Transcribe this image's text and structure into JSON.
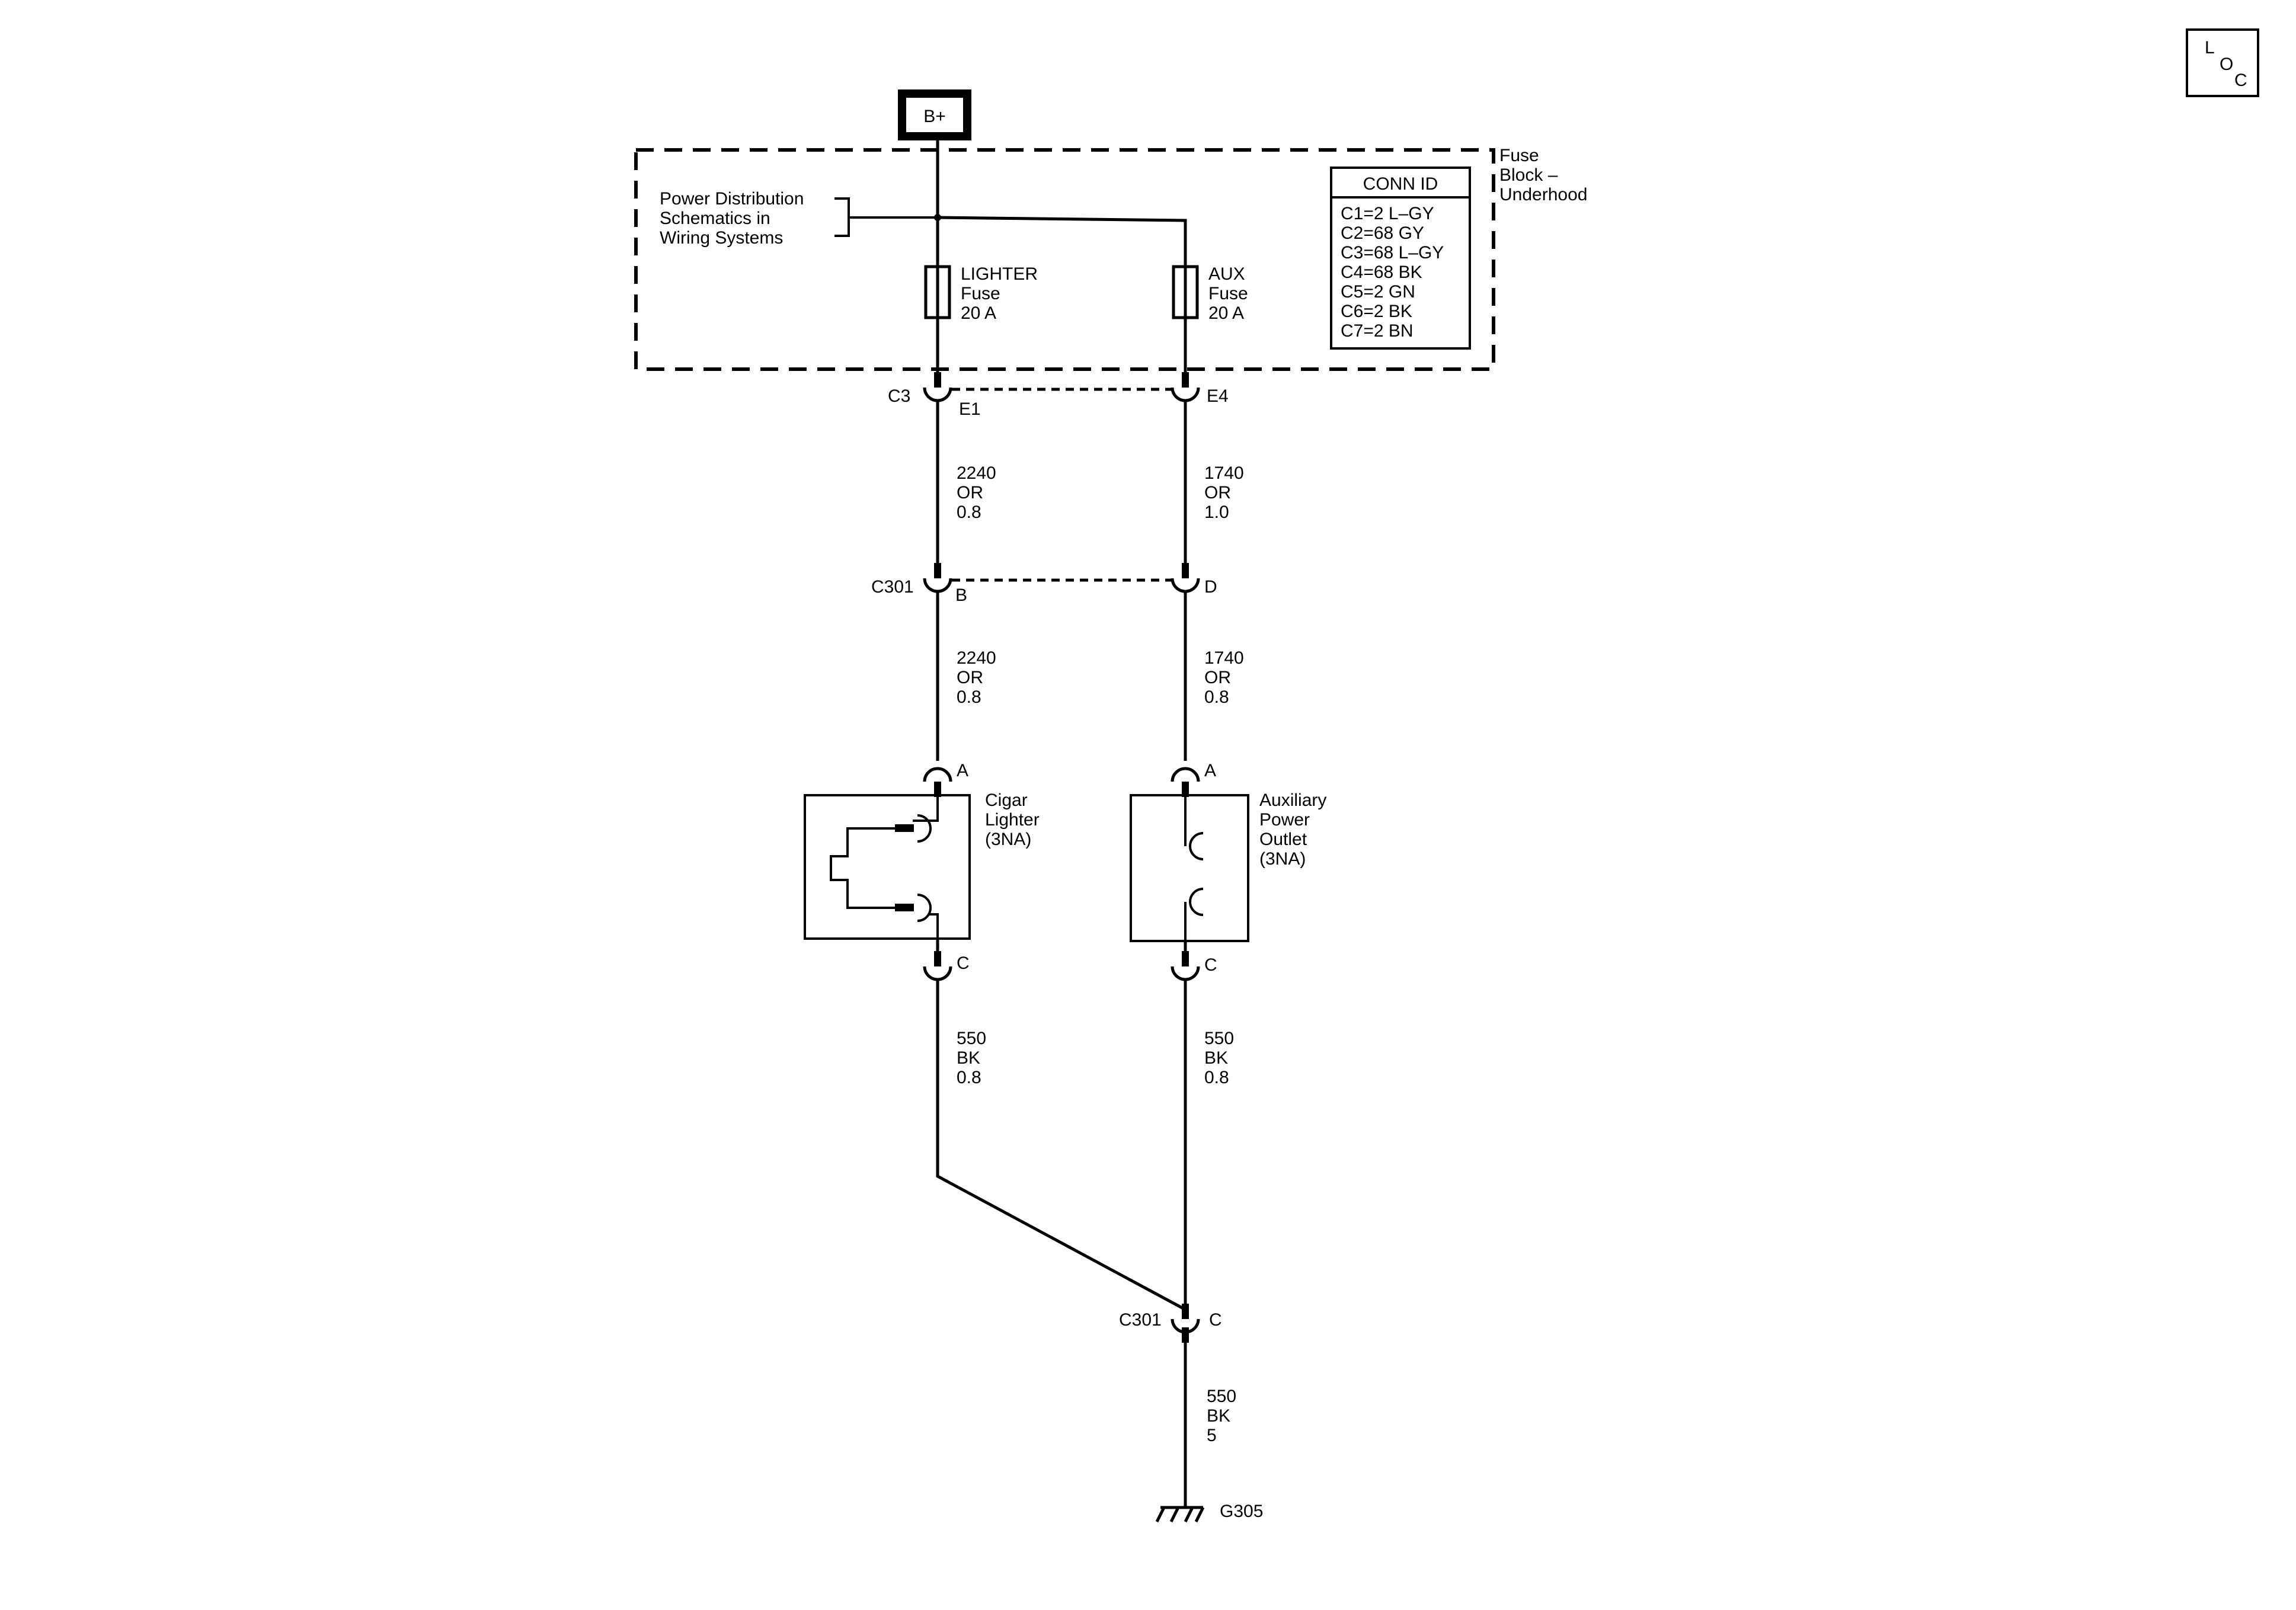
{
  "power_source": "B+",
  "fuse_block": {
    "label_lines": [
      "Fuse",
      "Block –",
      "Underhood"
    ],
    "reference_lines": [
      "Power Distribution",
      "Schematics in",
      "Wiring Systems"
    ],
    "conn_id": {
      "title": "CONN ID",
      "entries": [
        "C1=2 L–GY",
        "C2=68 GY",
        "C3=68 L–GY",
        "C4=68 BK",
        "C5=2 GN",
        "C6=2 BK",
        "C7=2 BN"
      ]
    },
    "fuses": [
      {
        "lines": [
          "LIGHTER",
          "Fuse",
          "20 A"
        ]
      },
      {
        "lines": [
          "AUX",
          "Fuse",
          "20 A"
        ]
      }
    ]
  },
  "connectors": {
    "fuse_block_conn": "C3",
    "fuse_pin_left": "E1",
    "fuse_pin_right": "E4",
    "inline_conn": "C301",
    "inline_pin_left": "B",
    "inline_pin_right": "D",
    "lighter_pin_in": "A",
    "lighter_pin_out": "C",
    "outlet_pin_in": "A",
    "outlet_pin_out": "C",
    "ground_conn": "C301",
    "ground_pin": "C"
  },
  "wires": {
    "lighter_upper": [
      "2240",
      "OR",
      "0.8"
    ],
    "aux_upper": [
      "1740",
      "OR",
      "1.0"
    ],
    "lighter_mid": [
      "2240",
      "OR",
      "0.8"
    ],
    "aux_mid": [
      "1740",
      "OR",
      "0.8"
    ],
    "lighter_ground": [
      "550",
      "BK",
      "0.8"
    ],
    "aux_ground": [
      "550",
      "BK",
      "0.8"
    ],
    "main_ground": [
      "550",
      "BK",
      "5"
    ]
  },
  "components": {
    "lighter": [
      "Cigar",
      "Lighter",
      "(3NA)"
    ],
    "outlet": [
      "Auxiliary",
      "Power",
      "Outlet",
      "(3NA)"
    ]
  },
  "ground": "G305",
  "loc_badge": {
    "l": "L",
    "o": "O",
    "c": "C"
  }
}
